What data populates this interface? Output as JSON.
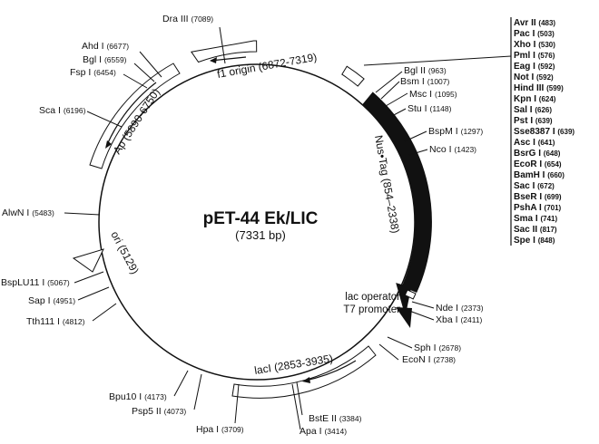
{
  "plasmid": {
    "title": "pET-44 Ek/LIC",
    "size_label": "(7331 bp)",
    "total_bp": 7331
  },
  "features": [
    {
      "id": "nus_tag",
      "label": "Nus•Tag (854–2338)",
      "start": 854,
      "end": 2338,
      "style": "filled"
    },
    {
      "id": "f1_origin",
      "label": "f1 origin (6872-7319)",
      "start": 6872,
      "end": 7319,
      "style": "open"
    },
    {
      "id": "ap",
      "label": "Ap (5890-6750)",
      "start": 5890,
      "end": 6750,
      "style": "open"
    },
    {
      "id": "laci",
      "label": "lacI (2853-3935)",
      "start": 2853,
      "end": 3935,
      "style": "open"
    },
    {
      "id": "ori",
      "label": "ori (5129)",
      "start": 5129,
      "end": 5129,
      "style": "marker"
    }
  ],
  "operators": {
    "lac_operator": "lac operator",
    "t7_promoter": "T7 promoter"
  },
  "sites": [
    {
      "name": "Dra III",
      "pos": "(7089)"
    },
    {
      "name": "Ahd I",
      "pos": "(6677)"
    },
    {
      "name": "Bgl I",
      "pos": "(6559)"
    },
    {
      "name": "Fsp I",
      "pos": "(6454)"
    },
    {
      "name": "Sca I",
      "pos": "(6196)"
    },
    {
      "name": "AlwN I",
      "pos": "(5483)"
    },
    {
      "name": "BspLU11 I",
      "pos": "(5067)"
    },
    {
      "name": "Sap I",
      "pos": "(4951)"
    },
    {
      "name": "Tth111 I",
      "pos": "(4812)"
    },
    {
      "name": "Bpu10 I",
      "pos": "(4173)"
    },
    {
      "name": "Psp5 II",
      "pos": "(4073)"
    },
    {
      "name": "Hpa I",
      "pos": "(3709)"
    },
    {
      "name": "BstE II",
      "pos": "(3384)"
    },
    {
      "name": "Apa I",
      "pos": "(3414)"
    },
    {
      "name": "EcoN I",
      "pos": "(2738)"
    },
    {
      "name": "Sph I",
      "pos": "(2678)"
    },
    {
      "name": "Xba I",
      "pos": "(2411)"
    },
    {
      "name": "Nde I",
      "pos": "(2373)"
    },
    {
      "name": "Nco I",
      "pos": "(1423)"
    },
    {
      "name": "BspM I",
      "pos": "(1297)"
    },
    {
      "name": "Stu I",
      "pos": "(1148)"
    },
    {
      "name": "Msc I",
      "pos": "(1095)"
    },
    {
      "name": "Bsm I",
      "pos": "(1007)"
    },
    {
      "name": "Bgl II",
      "pos": "(963)"
    }
  ],
  "mcs_sites": [
    {
      "name": "Avr II",
      "pos": "(483)"
    },
    {
      "name": "Pac I",
      "pos": "(503)"
    },
    {
      "name": "Xho I",
      "pos": "(530)"
    },
    {
      "name": "Pml I",
      "pos": "(576)"
    },
    {
      "name": "Eag I",
      "pos": "(592)"
    },
    {
      "name": "Not I",
      "pos": "(592)"
    },
    {
      "name": "Hind III",
      "pos": "(599)"
    },
    {
      "name": "Kpn I",
      "pos": "(624)"
    },
    {
      "name": "Sal I",
      "pos": "(626)"
    },
    {
      "name": "Pst I",
      "pos": "(639)"
    },
    {
      "name": "Sse8387 I",
      "pos": "(639)"
    },
    {
      "name": "Asc I",
      "pos": "(641)"
    },
    {
      "name": "BsrG I",
      "pos": "(648)"
    },
    {
      "name": "EcoR I",
      "pos": "(654)"
    },
    {
      "name": "BamH I",
      "pos": "(660)"
    },
    {
      "name": "Sac I",
      "pos": "(672)"
    },
    {
      "name": "BseR I",
      "pos": "(699)"
    },
    {
      "name": "PshA I",
      "pos": "(701)"
    },
    {
      "name": "Sma I",
      "pos": "(741)"
    },
    {
      "name": "Sac II",
      "pos": "(817)"
    },
    {
      "name": "Spe I",
      "pos": "(848)"
    }
  ],
  "colors": {
    "line": "#111111",
    "filled_feature": "#111111",
    "open_feature": "#ffffff",
    "background": "#ffffff"
  }
}
